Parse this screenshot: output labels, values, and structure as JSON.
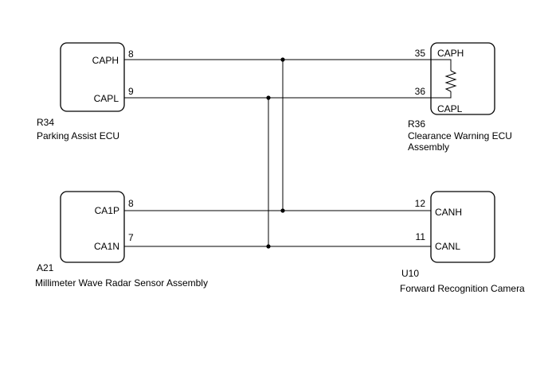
{
  "components": {
    "r34": {
      "code": "R34",
      "name_lines": [
        "Parking Assist ECU"
      ],
      "pins": [
        {
          "name": "CAPH",
          "number": "8"
        },
        {
          "name": "CAPL",
          "number": "9"
        }
      ]
    },
    "r36": {
      "code": "R36",
      "name_lines": [
        "Clearance Warning ECU",
        "Assembly"
      ],
      "pins": [
        {
          "name": "CAPH",
          "number": "35"
        },
        {
          "name": "CAPL",
          "number": "36"
        }
      ]
    },
    "a21": {
      "code": "A21",
      "name_lines": [
        "Millimeter Wave Radar Sensor Assembly"
      ],
      "pins": [
        {
          "name": "CA1P",
          "number": "8"
        },
        {
          "name": "CA1N",
          "number": "7"
        }
      ]
    },
    "u10": {
      "code": "U10",
      "name_lines": [
        "Forward Recognition Camera"
      ],
      "pins": [
        {
          "name": "CANH",
          "number": "12"
        },
        {
          "name": "CANL",
          "number": "11"
        }
      ]
    }
  },
  "symbols": {
    "terminating_resistor": "resistor-zigzag"
  }
}
